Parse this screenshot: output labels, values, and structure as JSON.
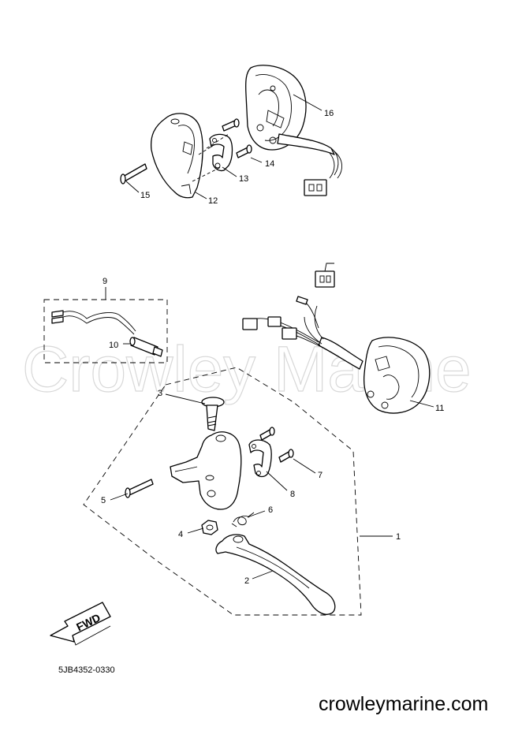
{
  "watermark": "Crowley Marine",
  "drawing_code": "5JB4352-0330",
  "website": "crowleymarine.com",
  "direction_label": "FWD",
  "callouts": {
    "c1": "1",
    "c2": "2",
    "c3": "3",
    "c4": "4",
    "c5": "5",
    "c6": "6",
    "c7": "7",
    "c8": "8",
    "c9": "9",
    "c10": "10",
    "c11": "11",
    "c12": "12",
    "c13": "13",
    "c14": "14",
    "c15": "15",
    "c16": "16"
  }
}
